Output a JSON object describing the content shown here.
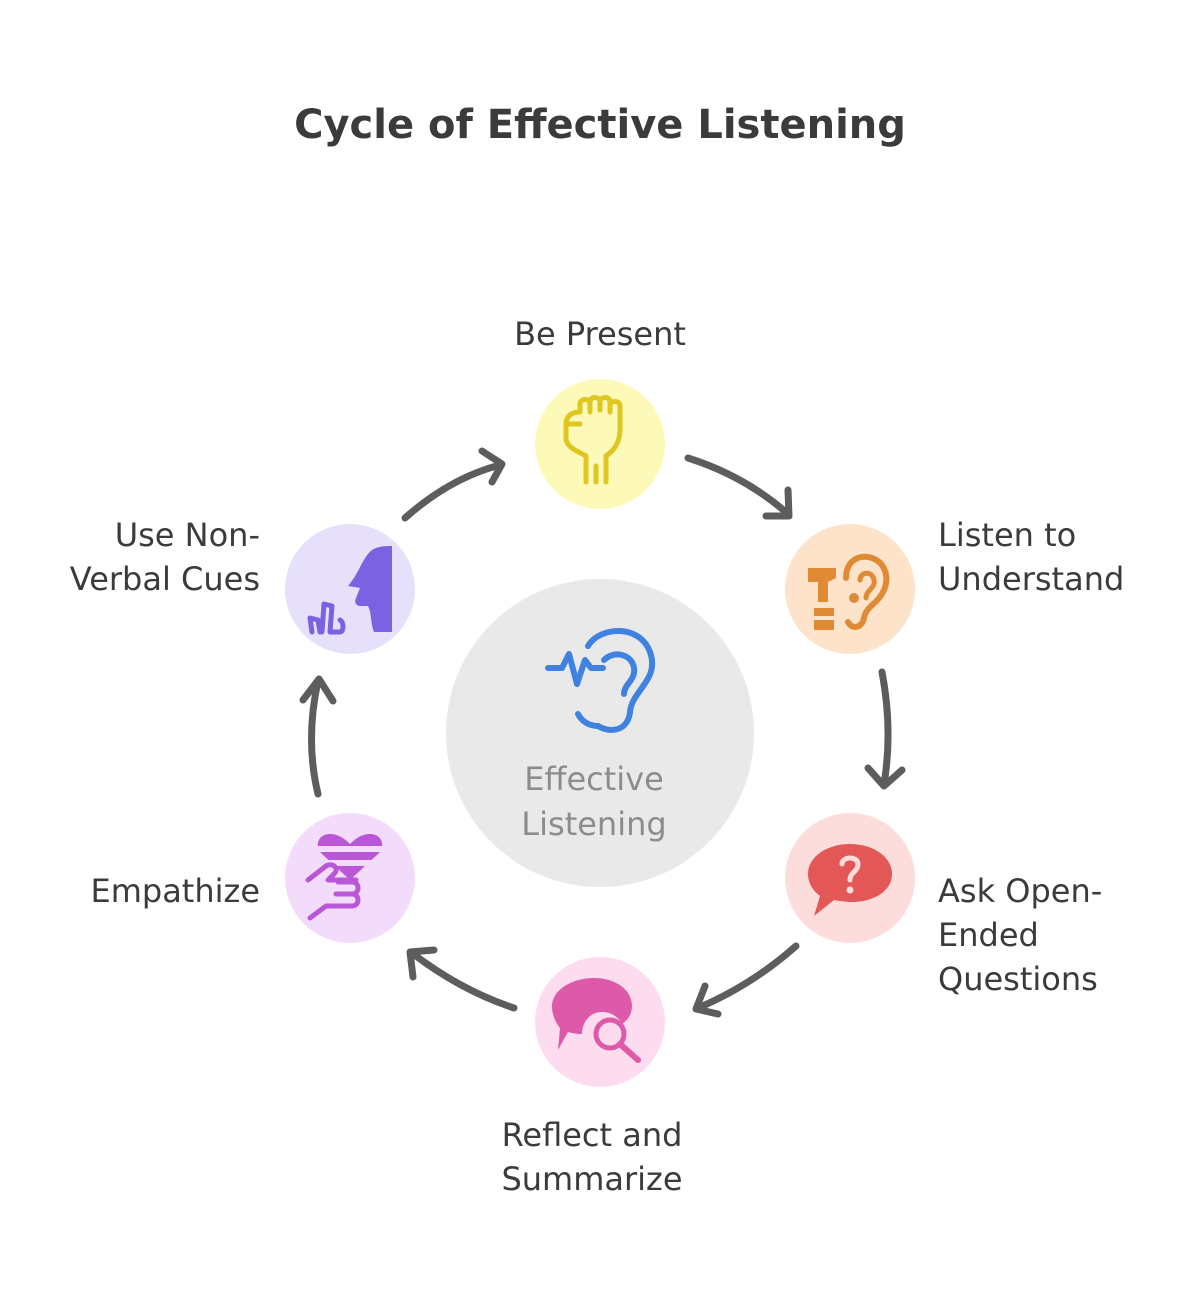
{
  "title": "Cycle of Effective Listening",
  "center": {
    "line1": "Effective",
    "line2": "Listening",
    "icon": "ear-sound-icon",
    "bg_color": "#e9e9e9",
    "icon_color": "#3f82e0"
  },
  "steps": [
    {
      "id": "be-present",
      "lines": [
        "Be Present"
      ],
      "icon": "raised-fist-icon",
      "bg_color": "#fdf9b8",
      "icon_color": "#e0c620"
    },
    {
      "id": "listen-to-understand",
      "lines": [
        "Listen to",
        "Understand"
      ],
      "icon": "ear-hearing-aid-icon",
      "bg_color": "#fde3c9",
      "icon_color": "#e08a35"
    },
    {
      "id": "ask-open-ended-questions",
      "lines": [
        "Ask Open-",
        "Ended",
        "Questions"
      ],
      "icon": "question-speech-bubble-icon",
      "bg_color": "#fddcdc",
      "icon_color": "#e35757"
    },
    {
      "id": "reflect-and-summarize",
      "lines": [
        "Reflect and",
        "Summarize"
      ],
      "icon": "speech-bubble-magnifier-icon",
      "bg_color": "#fddcef",
      "icon_color": "#dd5aa9"
    },
    {
      "id": "empathize",
      "lines": [
        "Empathize"
      ],
      "icon": "heart-hand-icon",
      "bg_color": "#f3dcfb",
      "icon_color": "#b957d6"
    },
    {
      "id": "use-non-verbal-cues",
      "lines": [
        "Use Non-",
        "Verbal Cues"
      ],
      "icon": "face-gesture-icon",
      "bg_color": "#e6e0fb",
      "icon_color": "#7b62e3"
    }
  ],
  "arrow_color": "#5d5d5d"
}
